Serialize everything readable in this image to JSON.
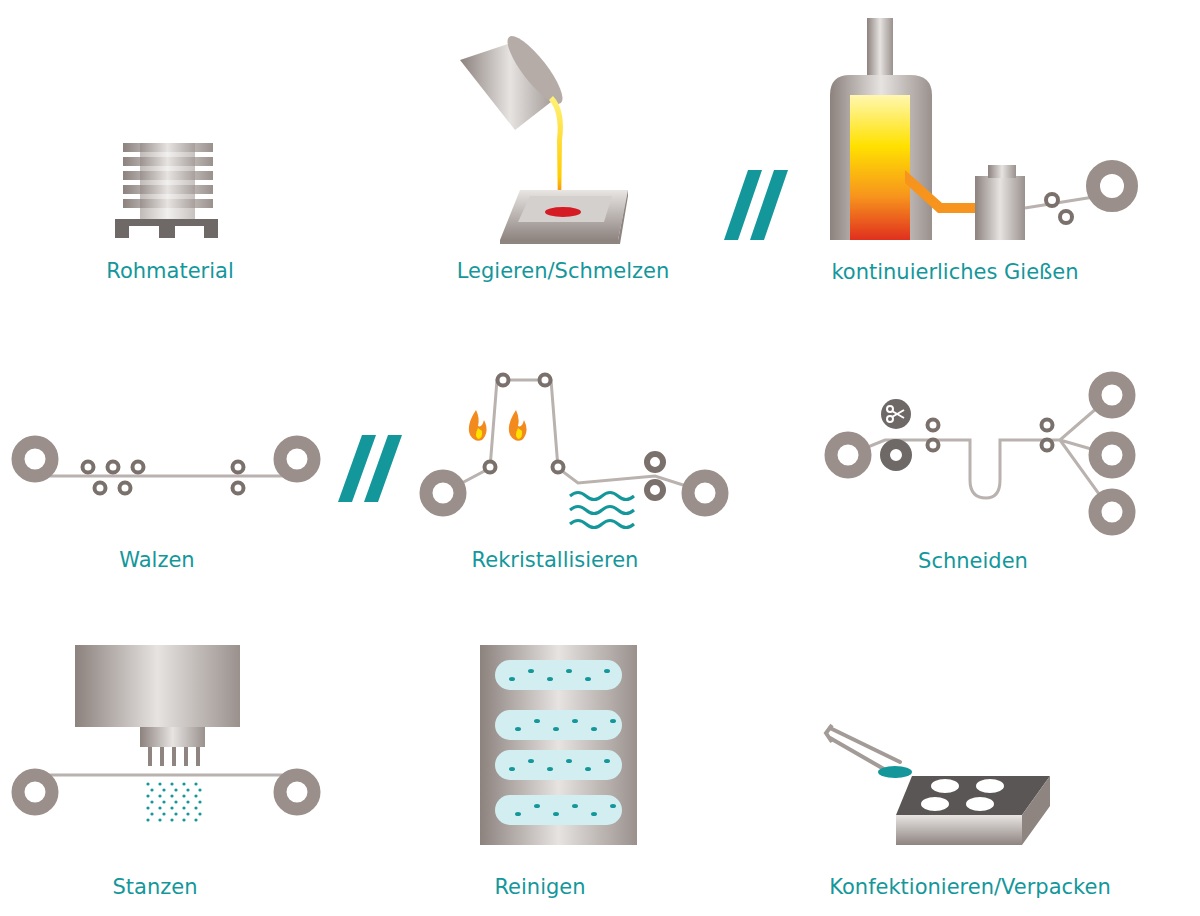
{
  "diagram": {
    "labels": [
      "Rohmaterial",
      "Legieren/Schmelzen",
      "kontinuierliches Gießen",
      "Walzen",
      "Rekristallisieren",
      "Schneiden",
      "Stanzen",
      "Reinigen",
      "Konfektionieren/Verpacken"
    ]
  }
}
